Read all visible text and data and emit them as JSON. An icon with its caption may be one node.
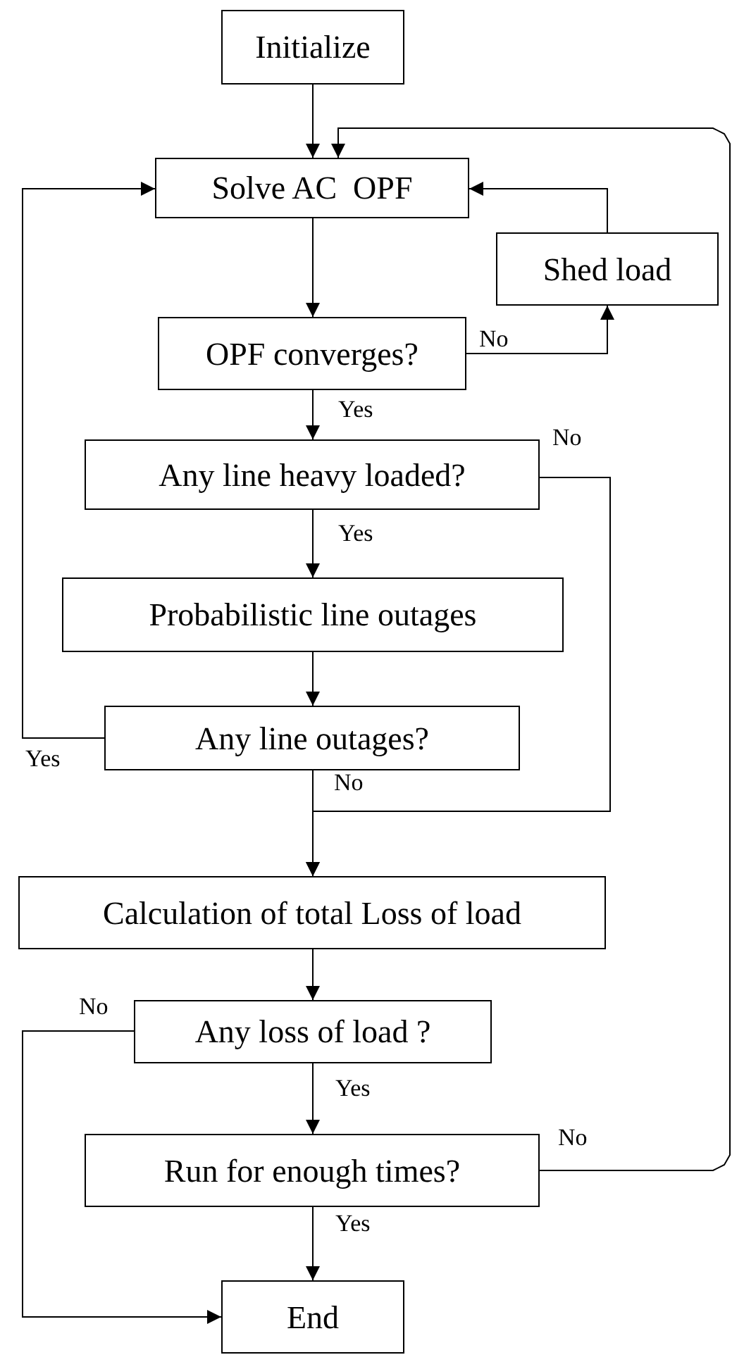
{
  "diagram": {
    "nodes": [
      {
        "text": [
          "Initialize"
        ]
      },
      {
        "text": [
          "Solve AC  OPF"
        ]
      },
      {
        "text": [
          "Shed load"
        ]
      },
      {
        "text": [
          "OPF converges?"
        ]
      },
      {
        "text": [
          "Any line heavy loaded?"
        ]
      },
      {
        "text": [
          "Probabilistic line outages"
        ]
      },
      {
        "text": [
          "Any line outages?"
        ]
      },
      {
        "text": [
          "Calculation of total Loss of load"
        ]
      },
      {
        "text": [
          "Any loss of load ?"
        ]
      },
      {
        "text": [
          "Run for enough times?"
        ]
      },
      {
        "text": [
          "End"
        ]
      }
    ],
    "edges": [
      {
        "from": 0,
        "to": 1,
        "arrow": "to"
      },
      {
        "from": 1,
        "to": 3,
        "arrow": "to"
      },
      {
        "from": 3,
        "to": 2,
        "arrow": "to",
        "label": "No"
      },
      {
        "from": 2,
        "to": 1,
        "arrow": "to"
      },
      {
        "from": 3,
        "to": 4,
        "arrow": "to",
        "label": "Yes"
      },
      {
        "from": 4,
        "to": 5,
        "arrow": "to",
        "label": "Yes"
      },
      {
        "from": 4,
        "to": 7,
        "arrow": "to",
        "label": "No"
      },
      {
        "from": 5,
        "to": 6,
        "arrow": "to"
      },
      {
        "from": 6,
        "to": 1,
        "arrow": "to",
        "label": "Yes"
      },
      {
        "from": 6,
        "to": 7,
        "arrow": "to",
        "label": "No"
      },
      {
        "from": 7,
        "to": 8,
        "arrow": "to"
      },
      {
        "from": 8,
        "to": 10,
        "arrow": "to",
        "label": "No"
      },
      {
        "from": 8,
        "to": 9,
        "arrow": "to",
        "label": "Yes"
      },
      {
        "from": 9,
        "to": 10,
        "arrow": "to",
        "label": "Yes"
      },
      {
        "from": 9,
        "to": 1,
        "arrow": "to",
        "label": "No"
      }
    ]
  }
}
